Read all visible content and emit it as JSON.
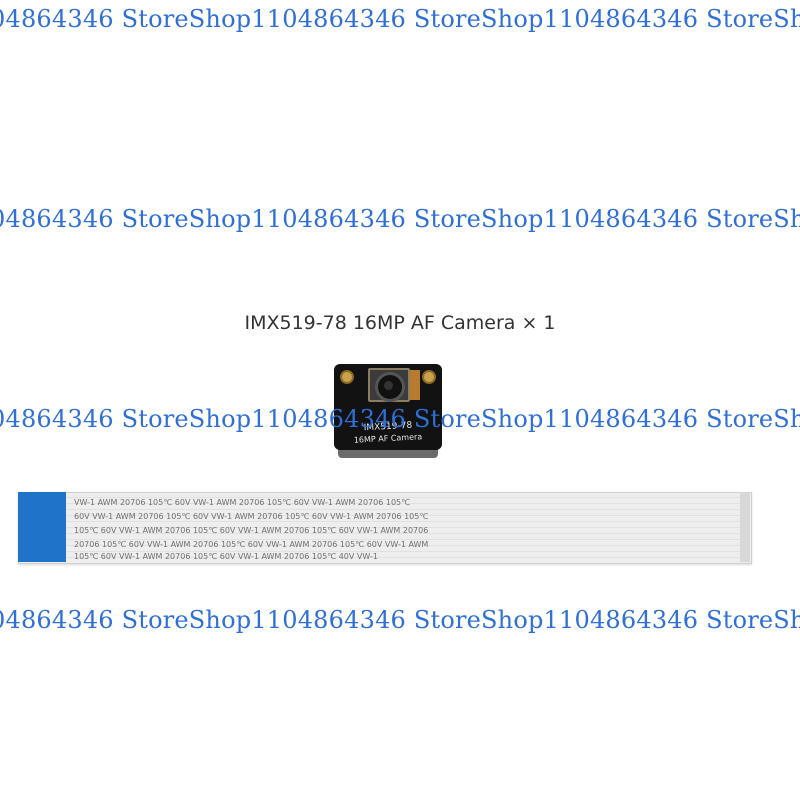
{
  "watermark": {
    "line1": "04864346 StoreShop1104864346 StoreShop1104864346 StoreShop1104864346 Store",
    "line2": "04864346 StoreShop1104864346 StoreShop1104864346 StoreShop1104864346 Store",
    "line3": "04864346 StoreShop1104864346 StoreShop1104864346 StoreShop1104864346 Store",
    "line4": "04864346 StoreShop1104864346 StoreShop1104864346 StoreShop1104864346 Store"
  },
  "product": {
    "title": "IMX519-78 16MP AF Camera × 1",
    "board_line1": "IMX519-78",
    "board_line2": "16MP AF Camera"
  },
  "cable": {
    "print_row1": "VW-1       AWM 20706  105℃  60V  VW-1         AWM 20706  105℃  60V  VW-1         AWM 20706  105℃",
    "print_row2": "60V  VW-1      AWM 20706  105℃  60V  VW-1      AWM 20706  105℃  60V  VW-1      AWM 20706  105℃",
    "print_row3": "105℃  60V  VW-1      AWM 20706  105℃  60V  VW-1      AWM 20706  105℃  60V  VW-1      AWM 20706",
    "print_row4": "20706  105℃  60V  VW-1      AWM 20706  105℃  60V  VW-1      AWM 20706  105℃  60V  VW-1      AWM",
    "print_row5": "105℃  60V  VW-1      AWM 20706  105℃  60V  VW-1      AWM 20706  105℃  40V  VW-1"
  },
  "colors": {
    "watermark": "#2f6fd8",
    "cable_tab": "#1f73c9",
    "board": "#121212"
  }
}
